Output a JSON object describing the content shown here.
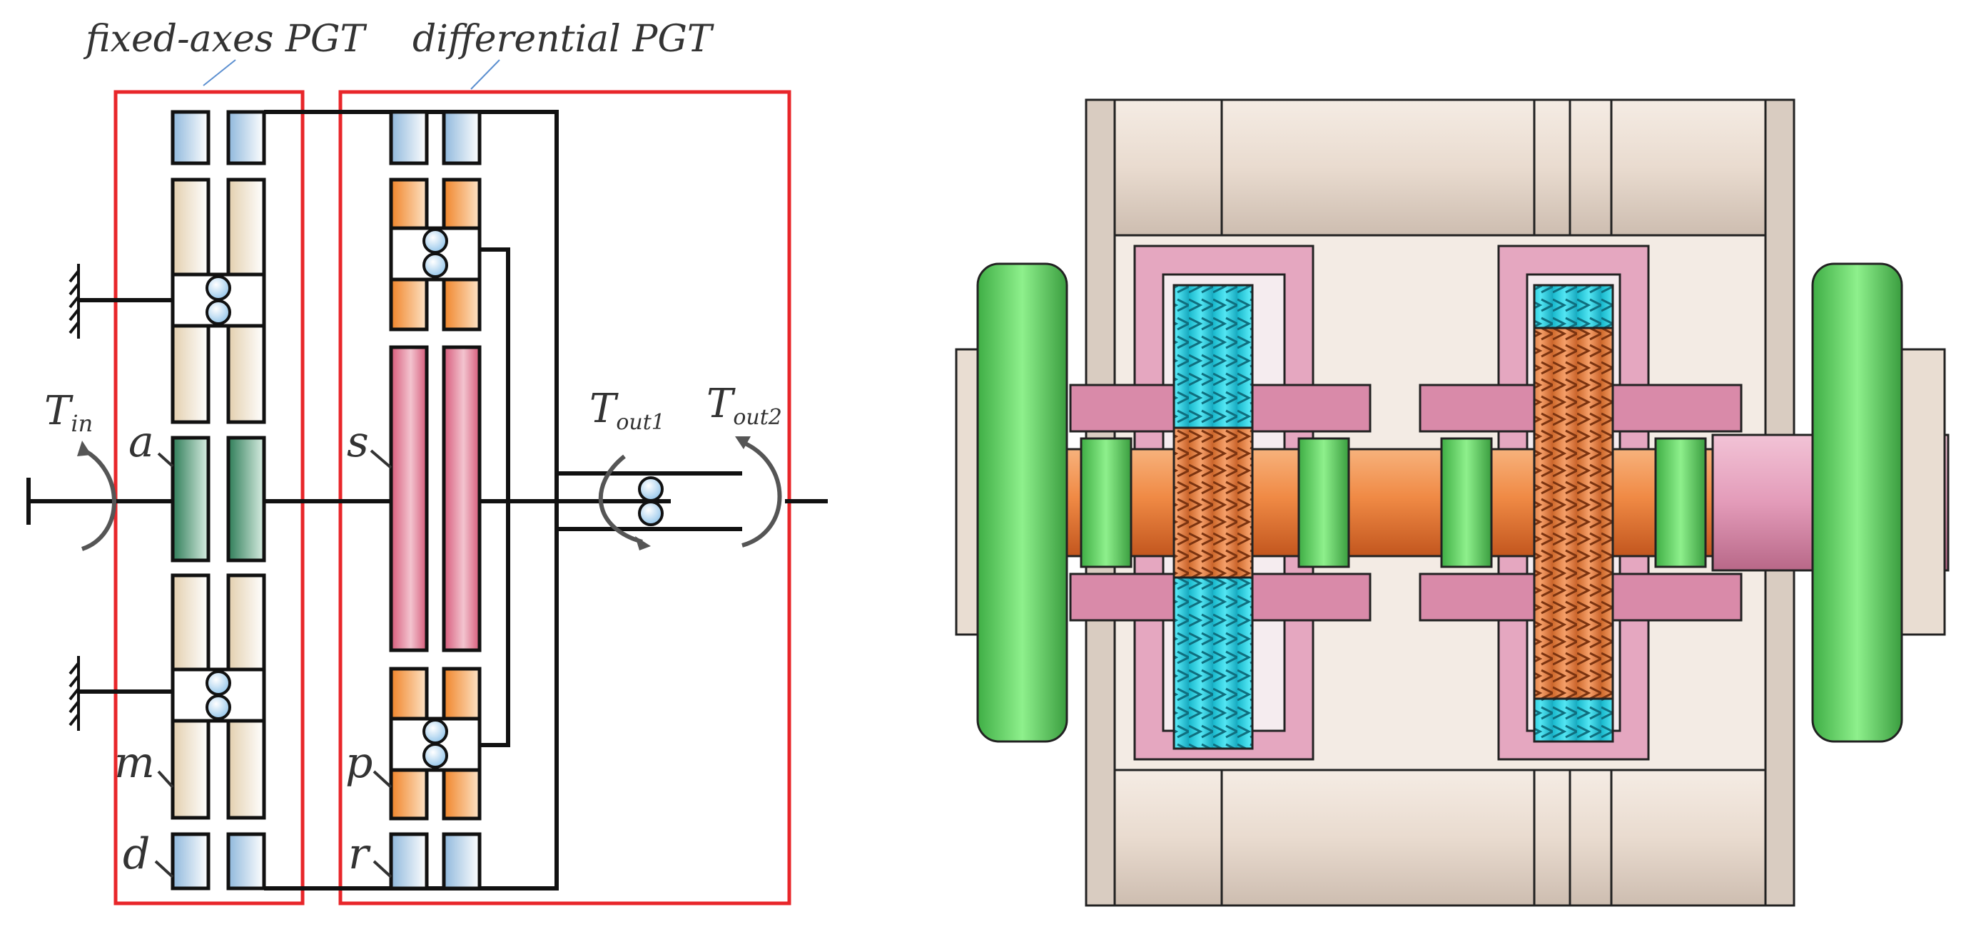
{
  "schematic": {
    "group_labels": {
      "fixed_axes": "fixed-axes PGT",
      "differential": "differential PGT"
    },
    "torques": {
      "input": {
        "base": "T",
        "sub": "in"
      },
      "output1": {
        "base": "T",
        "sub": "out1"
      },
      "output2": {
        "base": "T",
        "sub": "out2"
      }
    },
    "component_labels": {
      "a": "a",
      "m": "m",
      "d": "d",
      "s": "s",
      "p": "p",
      "r": "r"
    }
  },
  "colors": {
    "frame_red": "#e8262a",
    "ring_blue": "#8fb8dc",
    "planet_beige": "#e7d7bd",
    "sun_green": "#3f8e68",
    "diff_sun_pink": "#dc6d88",
    "diff_planet_orange": "#f0912e",
    "model_housing": "#ece0d6",
    "model_carrier": "#d98aa9",
    "model_gear_cyan": "#2bd0e3",
    "model_gear_orange": "#e9803f",
    "model_disc_green": "#6fd66f"
  }
}
